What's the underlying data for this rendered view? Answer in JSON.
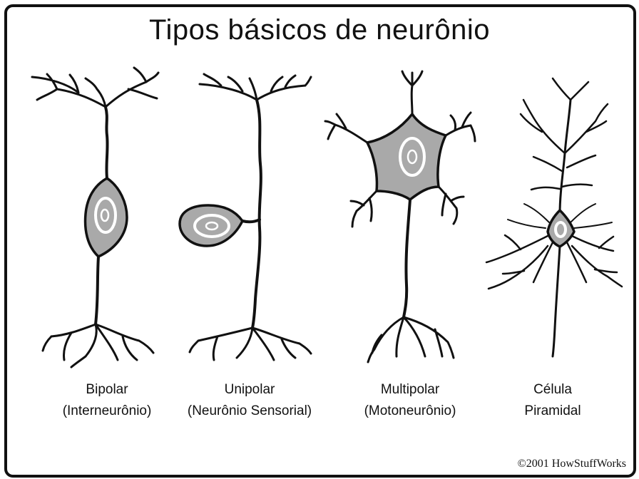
{
  "title": "Tipos básicos de neurônio",
  "neurons": [
    {
      "icon": "bipolar-neuron",
      "line1": "Bipolar",
      "line2": "(Interneurônio)"
    },
    {
      "icon": "unipolar-neuron",
      "line1": "Unipolar",
      "line2": "(Neurônio Sensorial)"
    },
    {
      "icon": "multipolar-neuron",
      "line1": "Multipolar",
      "line2": "(Motoneurônio)"
    },
    {
      "icon": "pyramidal-cell",
      "line1": "Célula",
      "line2": "Piramidal"
    }
  ],
  "copyright": "©2001 HowStuffWorks",
  "colors": {
    "ink": "#111111",
    "cell_body": "#a9a9a9",
    "background": "#ffffff"
  }
}
